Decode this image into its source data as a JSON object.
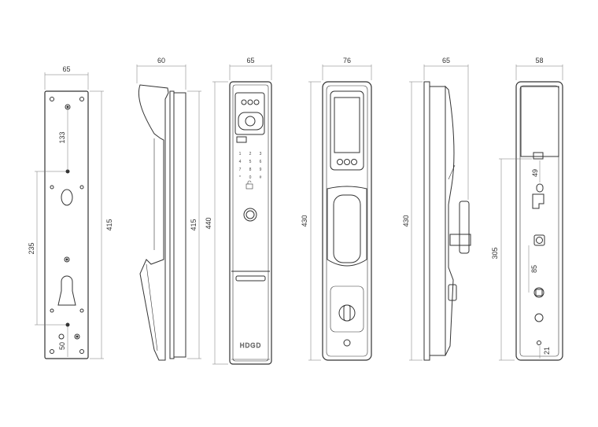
{
  "dims": {
    "v1_width": "65",
    "v1_hole_spacing": "133",
    "v1_span": "235",
    "v1_height": "415",
    "v1_bottom": "50",
    "v2_width": "60",
    "v2_height": "415",
    "v3_width": "65",
    "v3_height": "440",
    "v4_width": "76",
    "v4_height": "430",
    "v5_width": "65",
    "v5_height": "430",
    "v6_width": "58",
    "v6_height": "305",
    "v6_top": "49",
    "v6_mid": "85",
    "v6_bottom": "21"
  },
  "keypad": {
    "row1": [
      "1",
      "2",
      "3"
    ],
    "row2": [
      "4",
      "5",
      "6"
    ],
    "row3": [
      "7",
      "8",
      "9"
    ],
    "row4": [
      "*",
      "0",
      "#"
    ]
  },
  "brand": "HDGD"
}
